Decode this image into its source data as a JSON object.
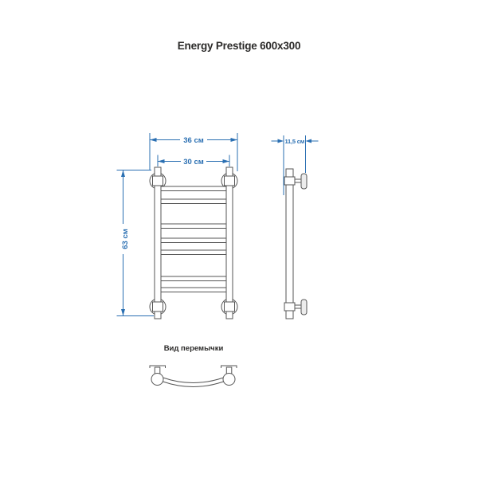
{
  "title": "Energy Prestige 600x300",
  "colors": {
    "dimension_blue": "#2a6fb2",
    "drawing_line": "#555555",
    "text_dark": "#2b2a29",
    "background": "#ffffff"
  },
  "front_view": {
    "width_label": "36 см",
    "rail_spacing_label": "30 см",
    "height_label": "63 см",
    "rung_count": 7,
    "rung_ys": [
      234,
      250,
      281,
      299,
      314,
      347,
      361
    ]
  },
  "side_view": {
    "depth_label": "11,5 см"
  },
  "crossbar_detail": {
    "caption": "Вид перемычки"
  }
}
